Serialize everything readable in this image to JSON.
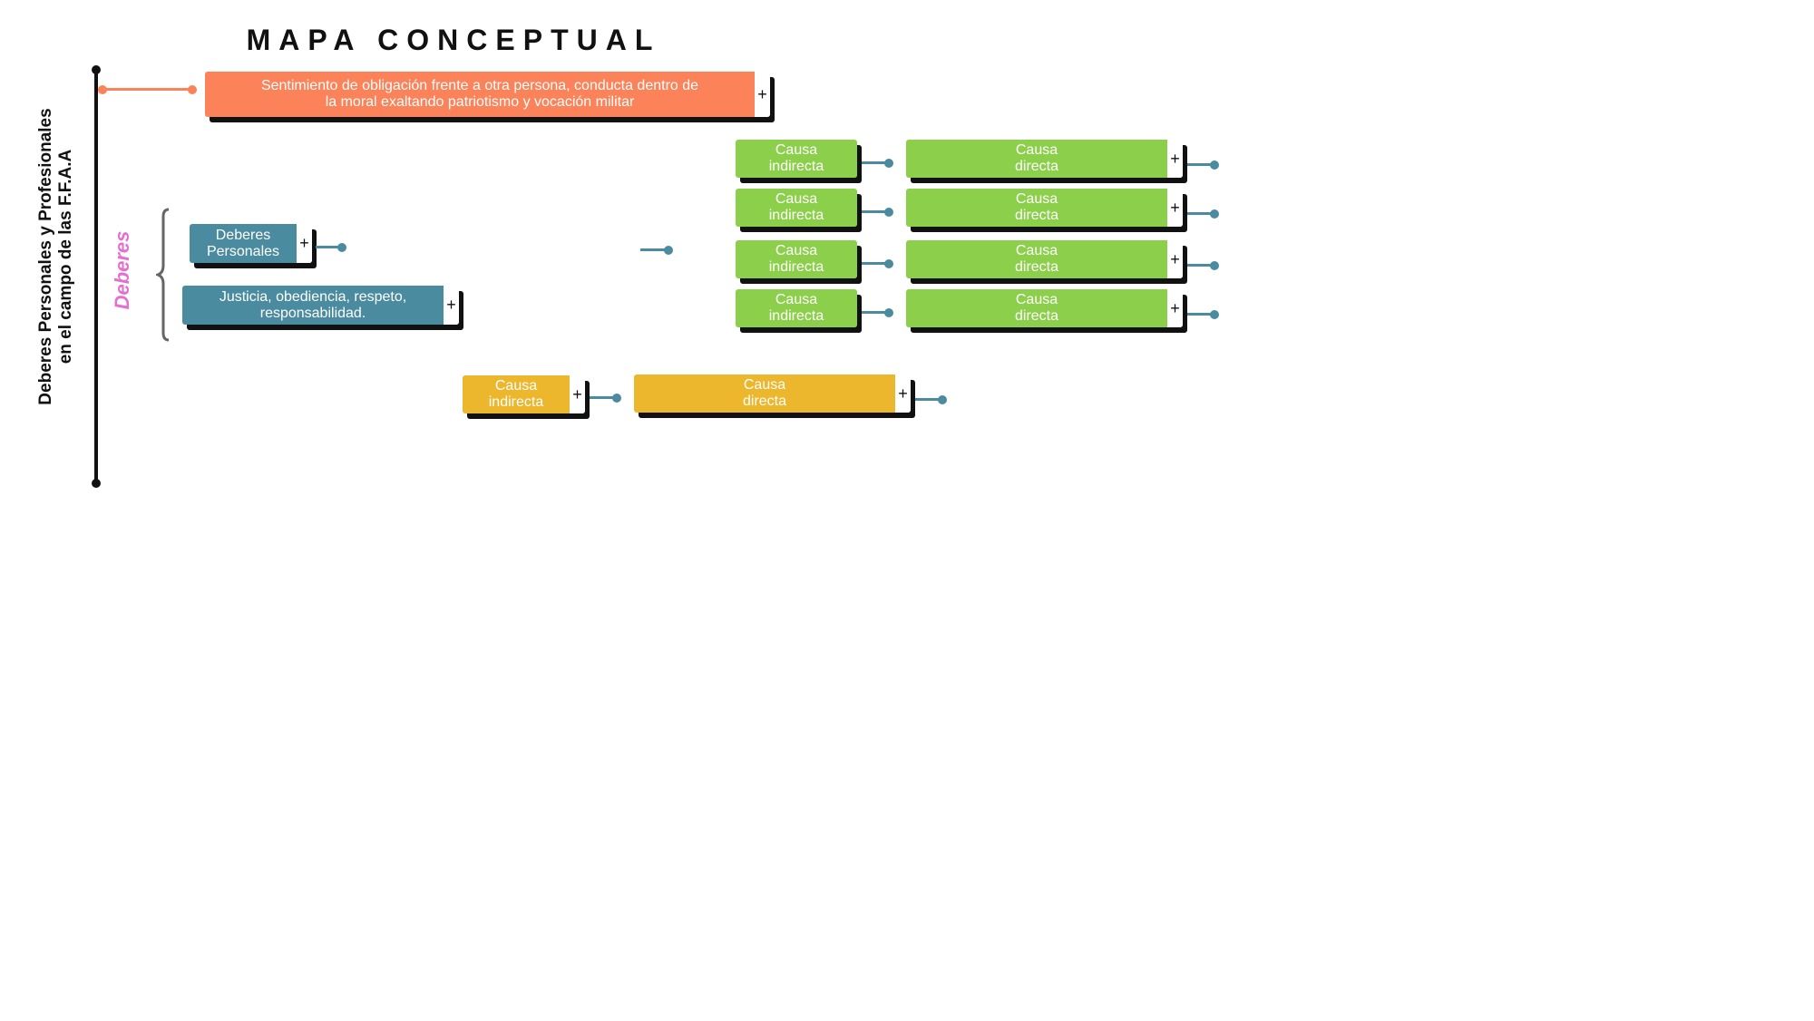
{
  "title": "MAPA CONCEPTUAL",
  "side_title": {
    "line1": "Deberes Personales y Profesionales",
    "line2": "en el campo de las F.F.A.A"
  },
  "category_label": "Deberes",
  "definition": "Sentimiento de obligación frente a otra persona, conducta dentro de la moral exaltando patriotismo y vocación militar",
  "teal_nodes": [
    "Deberes Personales",
    "Justicia, obediencia, respeto, responsabilidad."
  ],
  "green_rows": [
    {
      "indirect": "Causa indirecta",
      "direct": "Causa directa"
    },
    {
      "indirect": "Causa indirecta",
      "direct": "Causa directa"
    },
    {
      "indirect": "Causa indirecta",
      "direct": "Causa directa"
    },
    {
      "indirect": "Causa indirecta",
      "direct": "Causa directa"
    }
  ],
  "yellow_row": {
    "indirect": "Causa indirecta",
    "direct": "Causa directa"
  },
  "plus": "+",
  "colors": {
    "orange": "#fb8259",
    "teal": "#4a8ba0",
    "green": "#8ccf4a",
    "yellow": "#ecb62d",
    "pink": "#e46fcf"
  }
}
